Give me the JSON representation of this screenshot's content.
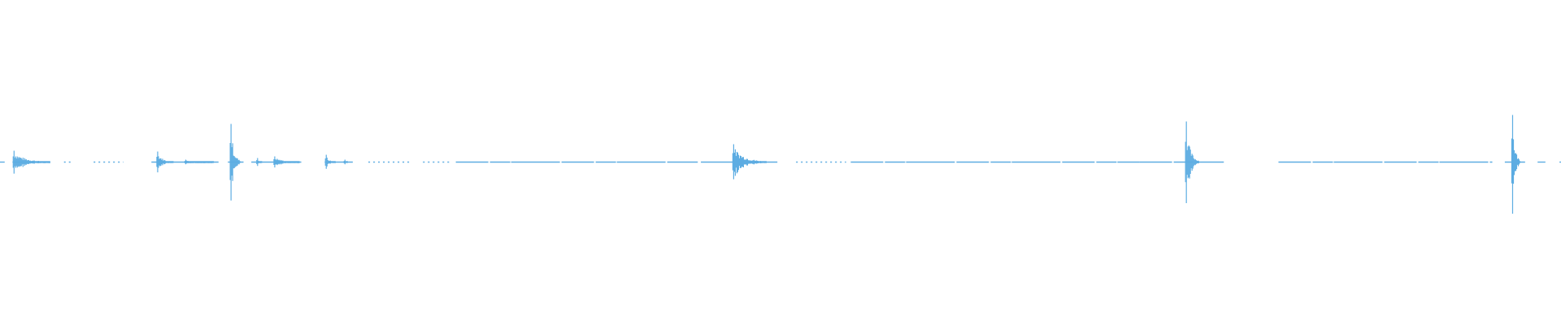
{
  "chart_data": {
    "type": "line",
    "title": "",
    "xlabel": "",
    "ylabel": "",
    "x_range_percent_of_duration": [
      0,
      100
    ],
    "ylim": [
      -1,
      1
    ],
    "grid": false,
    "legend": "none",
    "color": "#5dade2",
    "background": "#ffffff",
    "baseline_segments": [
      {
        "t": [
          0,
          0.3
        ],
        "style": "solid"
      },
      {
        "t": [
          0.8,
          3.2
        ],
        "style": "solid"
      },
      {
        "t": [
          4.1,
          4.7
        ],
        "style": "dotted"
      },
      {
        "t": [
          6.0,
          7.9
        ],
        "style": "dotted"
      },
      {
        "t": [
          9.7,
          14.0
        ],
        "style": "solid"
      },
      {
        "t": [
          14.6,
          15.6
        ],
        "style": "solid"
      },
      {
        "t": [
          16.1,
          19.3
        ],
        "style": "solid"
      },
      {
        "t": [
          20.8,
          22.6
        ],
        "style": "solid"
      },
      {
        "t": [
          23.6,
          26.3
        ],
        "style": "dotted"
      },
      {
        "t": [
          27.1,
          28.9
        ],
        "style": "dotted"
      },
      {
        "t": [
          29.2,
          44.7
        ],
        "style": "dashed"
      },
      {
        "t": [
          44.9,
          49.8
        ],
        "style": "dashed"
      },
      {
        "t": [
          51.0,
          54.2
        ],
        "style": "dotted"
      },
      {
        "t": [
          54.5,
          73.0
        ],
        "style": "dashed"
      },
      {
        "t": [
          73.0,
          78.4
        ],
        "style": "dashed"
      },
      {
        "t": [
          81.9,
          95.6
        ],
        "style": "dashed"
      },
      {
        "t": [
          96.4,
          97.7
        ],
        "style": "solid"
      },
      {
        "t": [
          98.5,
          99.0
        ],
        "style": "solid"
      },
      {
        "t": [
          99.9,
          100
        ],
        "style": "solid"
      }
    ],
    "bursts": [
      {
        "t": 0.9,
        "peak": 0.07,
        "decay": 2.3
      },
      {
        "t": 10.1,
        "peak": 0.065,
        "decay": 1.0
      },
      {
        "t": 11.9,
        "peak": 0.015,
        "decay": 1.8
      },
      {
        "t": 14.8,
        "peak": 0.235,
        "decay": 0.6
      },
      {
        "t": 16.5,
        "peak": 0.025,
        "decay": 0.3
      },
      {
        "t": 17.6,
        "peak": 0.035,
        "decay": 1.6
      },
      {
        "t": 20.9,
        "peak": 0.045,
        "decay": 0.6
      },
      {
        "t": 22.1,
        "peak": 0.015,
        "decay": 0.2
      },
      {
        "t": 47.0,
        "peak": 0.11,
        "decay": 2.1
      },
      {
        "t": 76.0,
        "peak": 0.25,
        "decay": 0.8
      },
      {
        "t": 96.9,
        "peak": 0.29,
        "decay": 0.5
      }
    ]
  }
}
